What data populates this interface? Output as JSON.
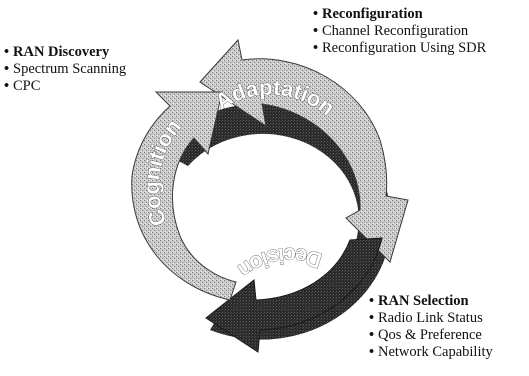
{
  "diagram": {
    "segments": [
      {
        "label": "Adaptation"
      },
      {
        "label": "Decision"
      },
      {
        "label": "Cognition"
      }
    ],
    "bullet_groups": {
      "cognition": {
        "heading": "RAN Discovery",
        "items": [
          "Spectrum Scanning",
          "CPC"
        ]
      },
      "adaptation": {
        "heading": "Reconfiguration",
        "items": [
          "Channel Reconfiguration",
          "Reconfiguration Using SDR"
        ]
      },
      "decision": {
        "heading": "RAN Selection",
        "items": [
          "Radio Link Status",
          "Qos & Preference",
          "Network Capability"
        ]
      }
    },
    "bullet_glyph": "•",
    "colors": {
      "ring_dark": "#2b2b2b",
      "arrow_light": "#bfbfbf",
      "arrow_mid": "#8f8f8f",
      "text": "#111111"
    }
  }
}
